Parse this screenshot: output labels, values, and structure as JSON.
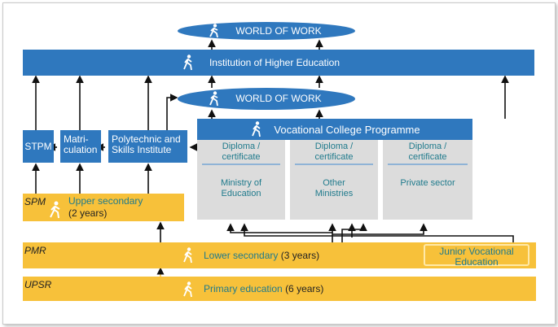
{
  "world_of_work_top": "WORLD OF WORK",
  "world_of_work_mid": "WORLD OF WORK",
  "higher_education": "Institution of Higher Education",
  "stpm": "STPM",
  "matriculation_line1": "Matri-",
  "matriculation_line2": "culation",
  "polytechnic_line1": "Polytechnic and",
  "polytechnic_line2": "Skills Institute",
  "vocational_college": "Vocational College Programme",
  "columns": [
    {
      "award_line1": "Diploma /",
      "award_line2": "certificate",
      "provider_line1": "Ministry of",
      "provider_line2": "Education"
    },
    {
      "award_line1": "Diploma /",
      "award_line2": "certificate",
      "provider_line1": "Other",
      "provider_line2": "Ministries"
    },
    {
      "award_line1": "Diploma /",
      "award_line2": "certificate",
      "provider_line1": "Private sector",
      "provider_line2": ""
    }
  ],
  "spm": {
    "tag": "SPM",
    "label": "Upper secondary",
    "duration": "(2 years)"
  },
  "pmr": {
    "tag": "PMR",
    "label": "Lower secondary",
    "duration": "(3 years)"
  },
  "junior_vocational_line1": "Junior Vocational",
  "junior_vocational_line2": "Education",
  "upsr": {
    "tag": "UPSR",
    "label": "Primary education",
    "duration": "(6 years)"
  },
  "colors": {
    "blue": "#2f78be",
    "yellow": "#f7c13a",
    "grey": "#dcdcdc",
    "teal_text": "#1f7a8c"
  },
  "icons": [
    "walking-person-icon",
    "running-person-icon"
  ]
}
